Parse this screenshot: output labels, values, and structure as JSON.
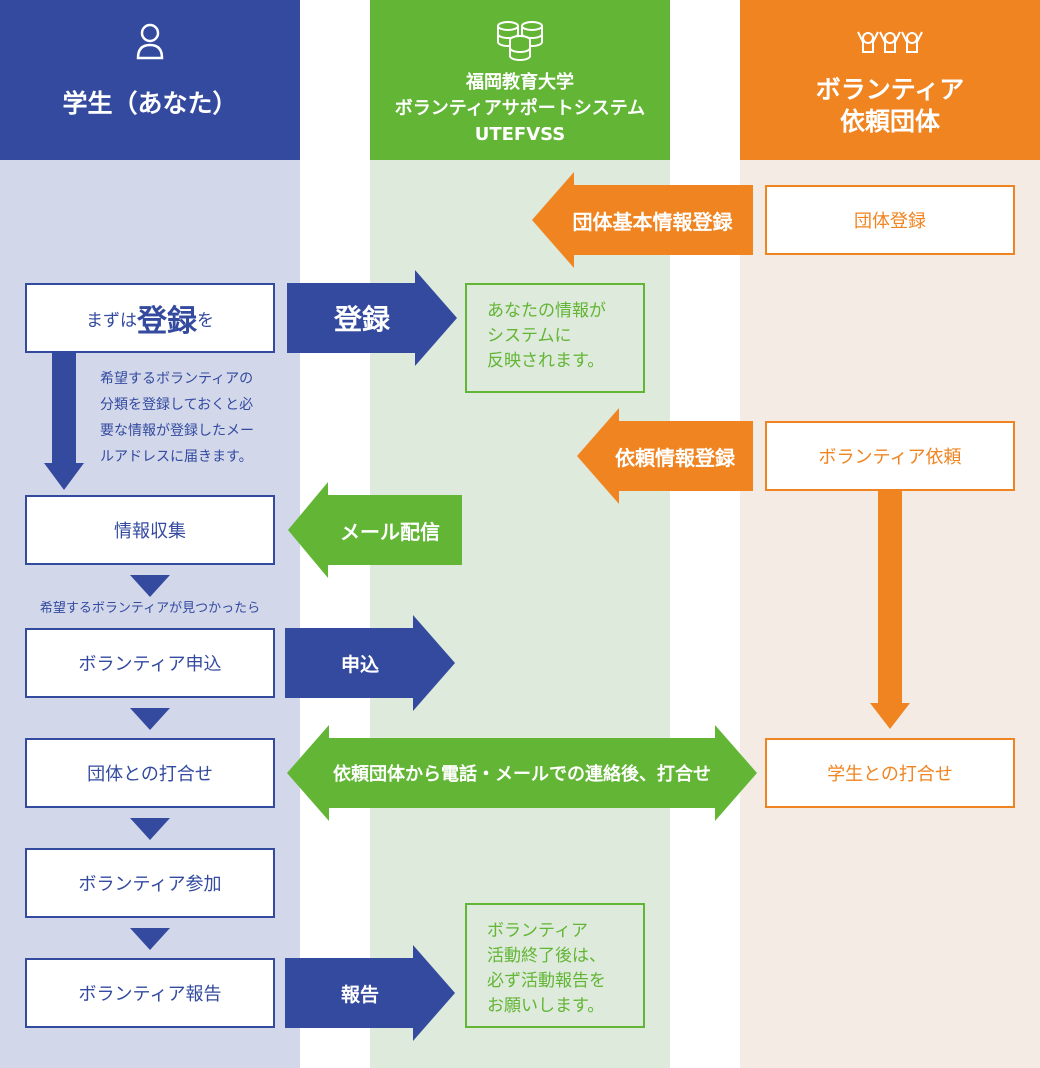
{
  "columns": {
    "student": {
      "title": "学生（あなた）"
    },
    "system": {
      "line1": "福岡教育大学",
      "line2": "ボランティアサポートシステム",
      "line3": "UTEFVSS"
    },
    "org": {
      "line1": "ボランティア",
      "line2": "依頼団体"
    }
  },
  "colors": {
    "blue": "#334a9f",
    "green": "#62b535",
    "orange": "#f08421",
    "blue_bg": "#d2d7ea",
    "green_bg": "#deeadb",
    "orange_bg": "#f5ebe5"
  },
  "student": {
    "register_pre": "まずは",
    "register_big": "登録",
    "register_post": "を",
    "register_note": [
      "希望するボランティアの",
      "分類を登録しておくと必",
      "要な情報が登録したメー",
      "ルアドレスに届きます。"
    ],
    "info_collect": "情報収集",
    "found_note": "希望するボランティアが見つかったら",
    "apply": "ボランティア申込",
    "meeting": "団体との打合せ",
    "join": "ボランティア参加",
    "report": "ボランティア報告"
  },
  "arrows": {
    "register": "登録",
    "org_basic_info": "団体基本情報登録",
    "request_info": "依頼情報登録",
    "mail_delivery": "メール配信",
    "apply": "申込",
    "contact": "依頼団体から電話・メールでの連絡後、打合せ",
    "report": "報告"
  },
  "system_notes": {
    "reflect": [
      "あなたの情報が",
      "システムに",
      "反映されます。"
    ],
    "after": [
      "ボランティア",
      "活動終了後は、",
      "必ず活動報告を",
      "お願いします。"
    ]
  },
  "org": {
    "register": "団体登録",
    "request": "ボランティア依頼",
    "meeting": "学生との打合せ"
  }
}
